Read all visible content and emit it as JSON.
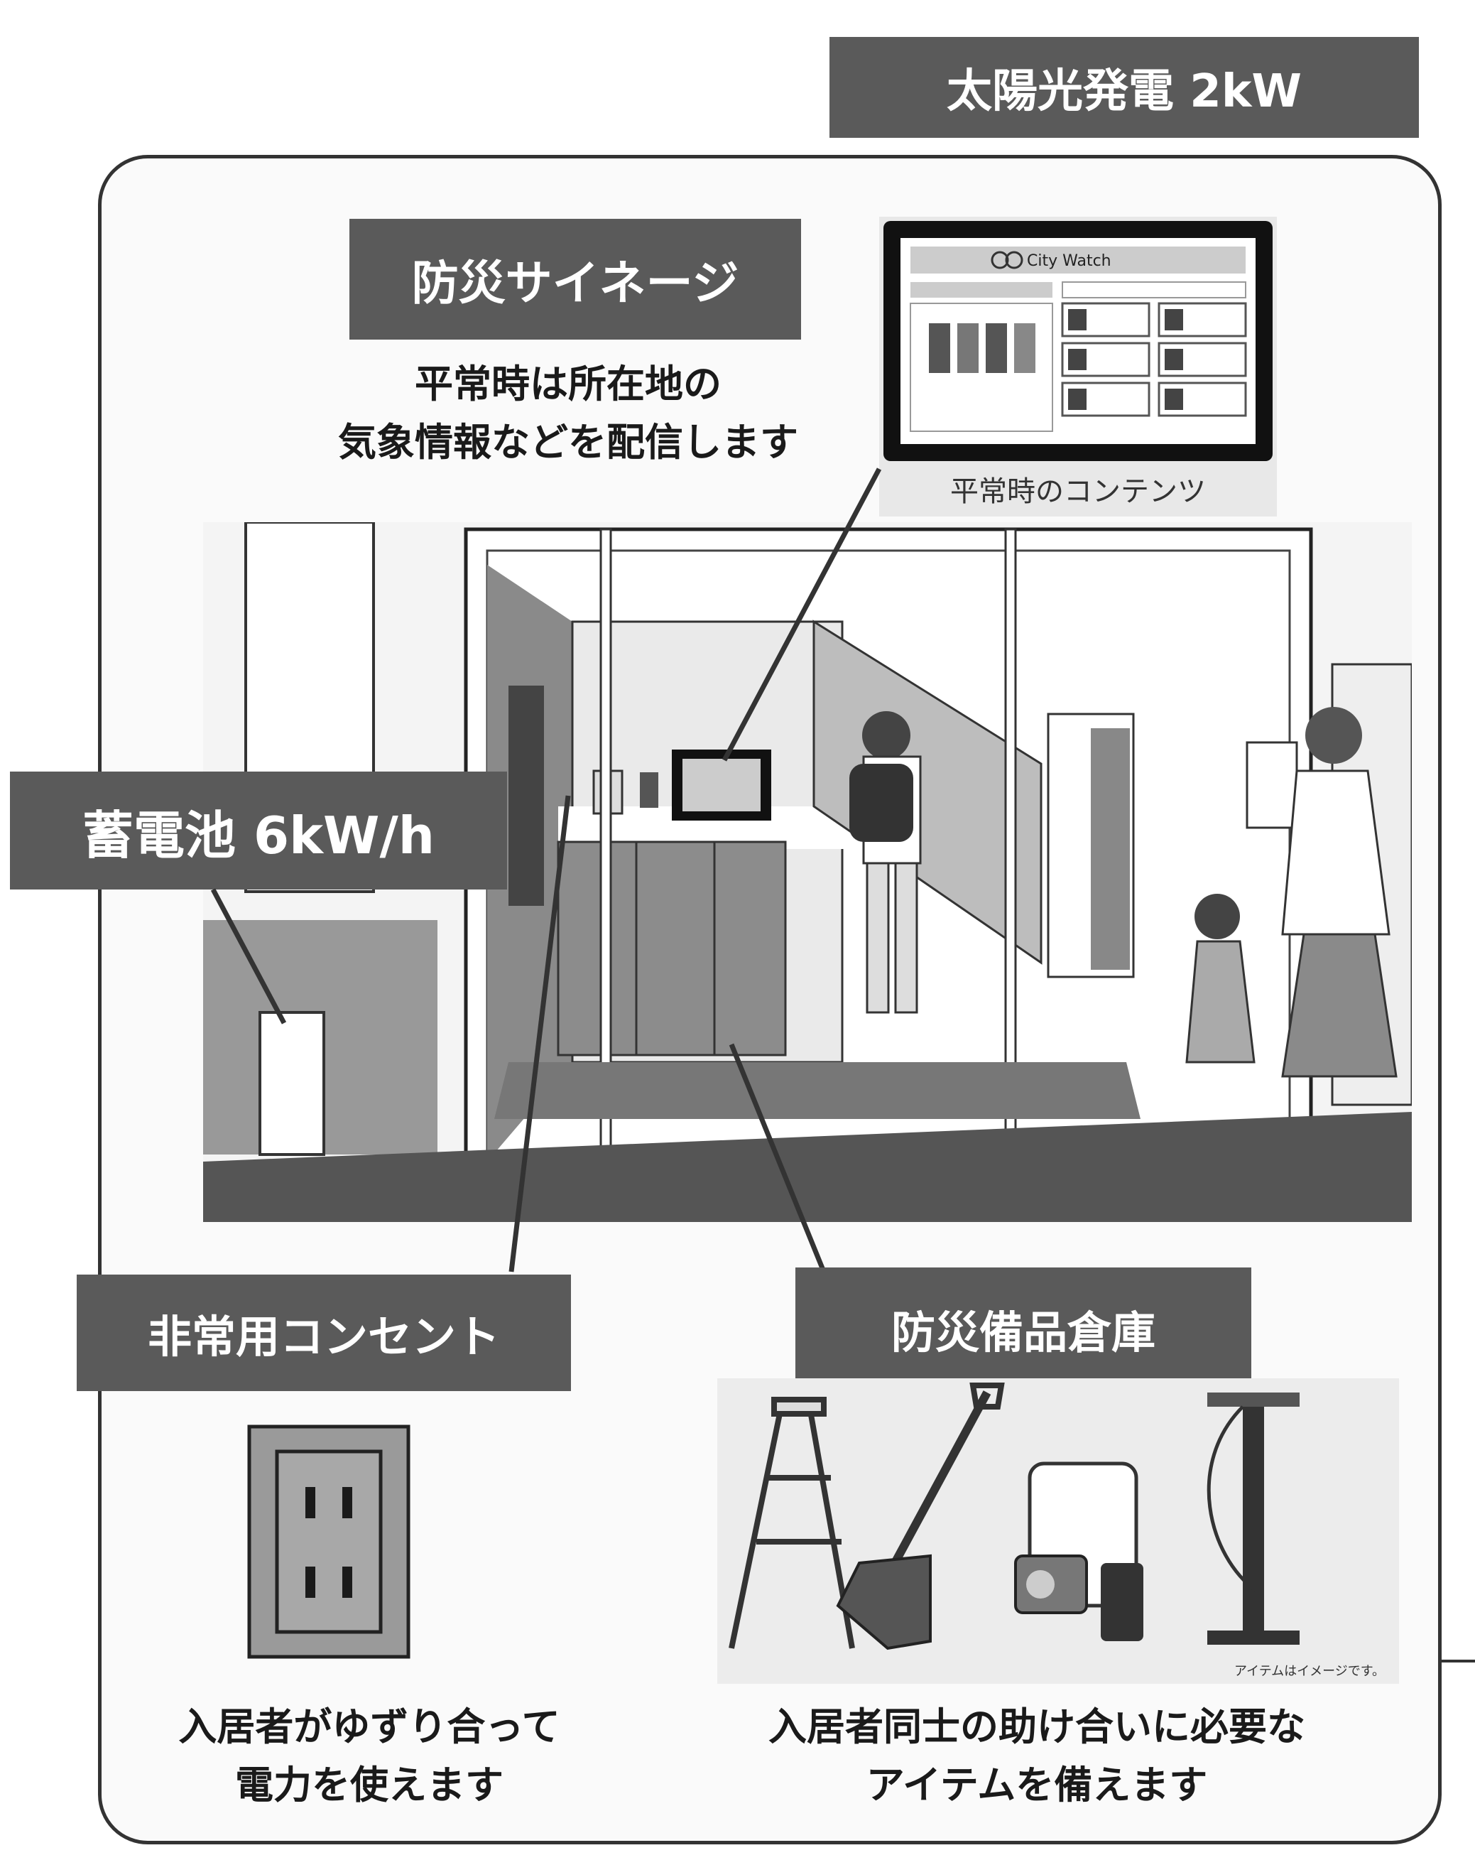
{
  "labels": {
    "solar": "太陽光発電 2kW",
    "signage": "防災サイネージ",
    "battery": "蓄電池 6kW/h",
    "outlet": "非常用コンセント",
    "storage": "防災備品倉庫"
  },
  "captions": {
    "signage_line1": "平常時は所在地の",
    "signage_line2": "気象情報などを配信します",
    "outlet_line1": "入居者がゆずり合って",
    "outlet_line2": "電力を使えます",
    "storage_line1": "入居者同士の助け合いに必要な",
    "storage_line2": "アイテムを備えます"
  },
  "screen": {
    "brand": "City Watch",
    "caption": "平常時のコンテンツ"
  },
  "items_note": "アイテムはイメージです。"
}
